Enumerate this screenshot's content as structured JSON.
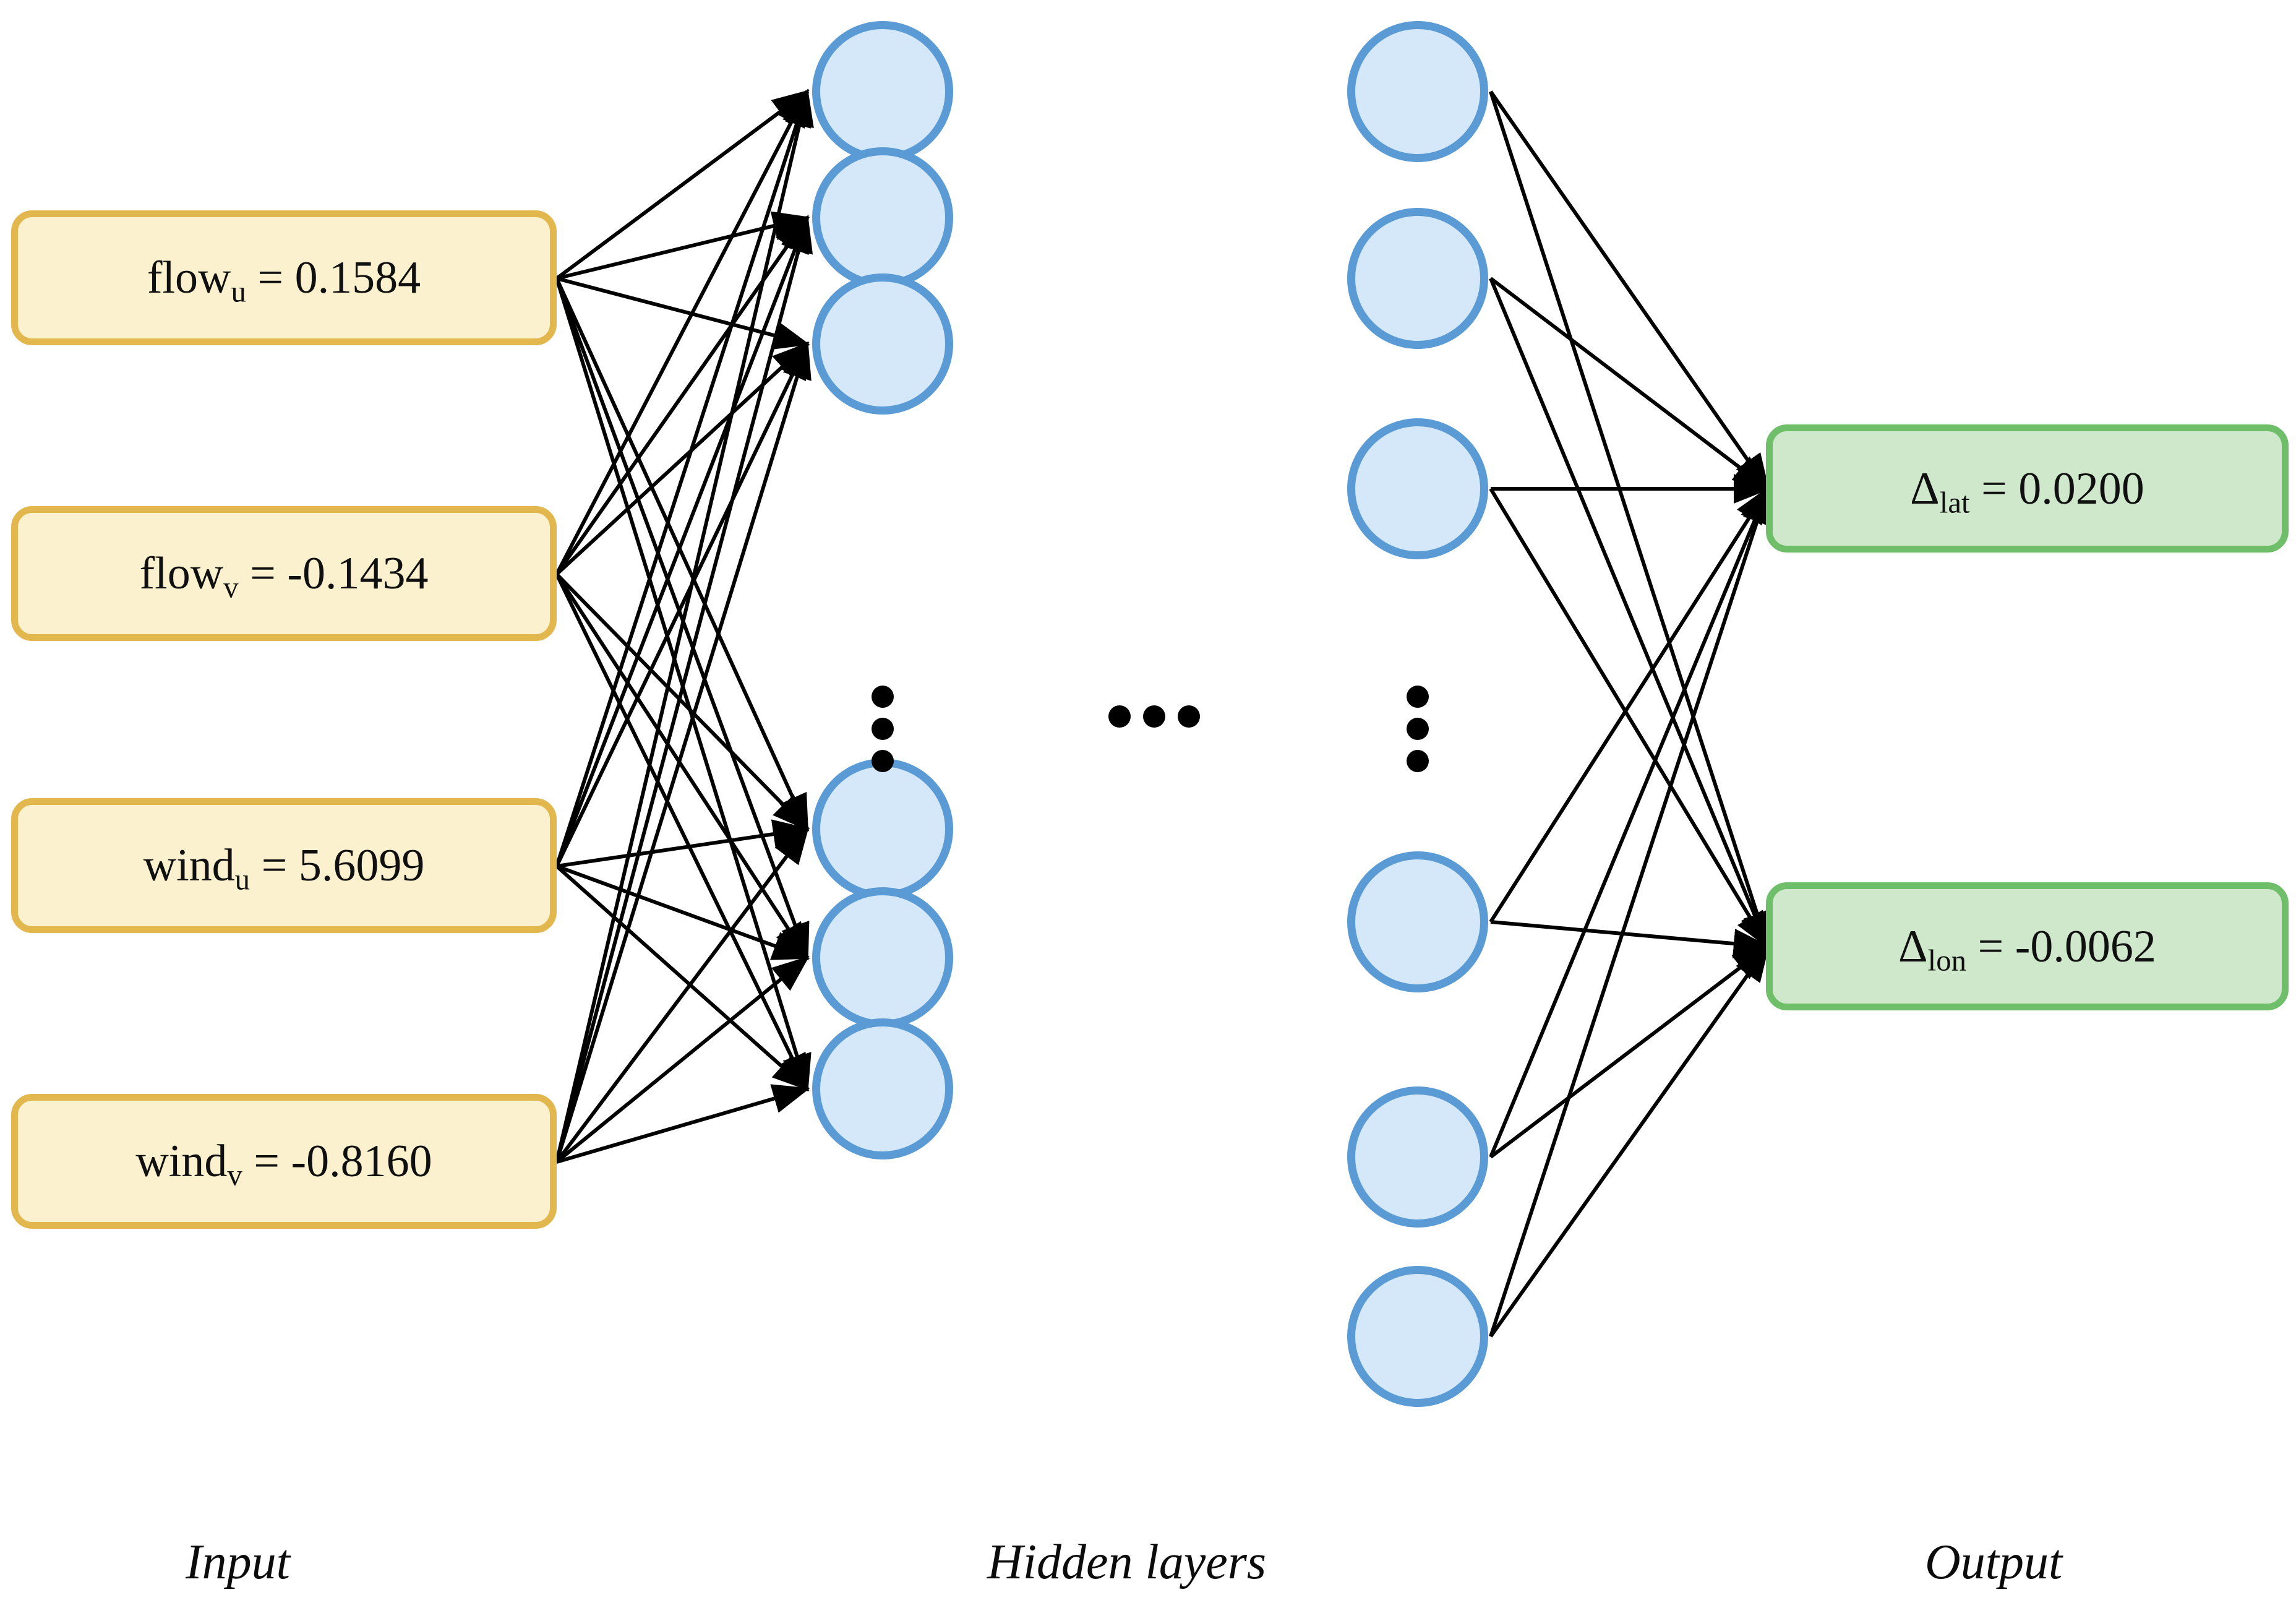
{
  "diagram": {
    "title": "Neural network input-output diagram",
    "colors": {
      "input_fill": "#fcf1cf",
      "input_border": "#e2b84e",
      "output_fill": "#cfe8cc",
      "output_border": "#6fbf6a",
      "node_fill": "#d5e8fa",
      "node_border": "#5b9bd5",
      "edge": "#000000",
      "background": "#ffffff"
    }
  },
  "input_layer": {
    "caption": "Input",
    "nodes": [
      {
        "name": "flow",
        "subscript": "u",
        "equals": " = ",
        "value": "0.1584",
        "text": "flow_u = 0.1584"
      },
      {
        "name": "flow",
        "subscript": "v",
        "equals": " = ",
        "value": "-0.1434",
        "text": "flow_v = -0.1434"
      },
      {
        "name": "wind",
        "subscript": "u",
        "equals": " = ",
        "value": "5.6099",
        "text": "wind_u = 5.6099"
      },
      {
        "name": "wind",
        "subscript": "v",
        "equals": " = ",
        "value": "-0.8160",
        "text": "wind_v = -0.8160"
      }
    ]
  },
  "hidden_layers": {
    "caption": "Hidden layers",
    "first_column_node_count": 6,
    "last_column_node_count": 6,
    "vertical_ellipsis": "⋮",
    "horizontal_ellipsis": "⋯"
  },
  "output_layer": {
    "caption": "Output",
    "nodes": [
      {
        "name": "Δ",
        "subscript": "lat",
        "equals": " = ",
        "value": "0.0200",
        "text": "Δ_lat = 0.0200"
      },
      {
        "name": "Δ",
        "subscript": "lon",
        "equals": " = ",
        "value": "-0.0062",
        "text": "Δ_lon = -0.0062"
      }
    ]
  }
}
